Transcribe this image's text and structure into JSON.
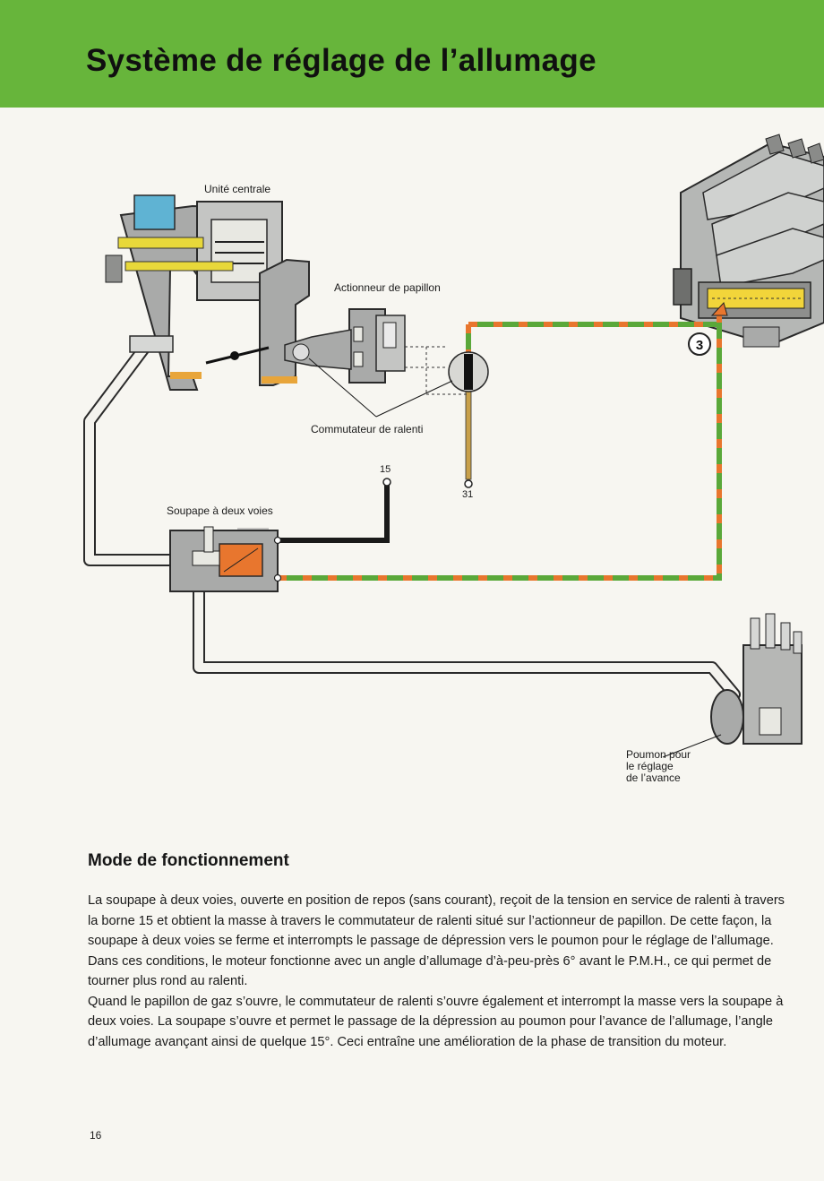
{
  "header": {
    "title": "Système de réglage de l’allumage",
    "background_color": "#67b53b"
  },
  "diagram": {
    "labels": {
      "central_unit": "Unité centrale",
      "throttle_actuator": "Actionneur de papillon",
      "idle_switch": "Commutateur de ralenti",
      "terminal_15": "15",
      "terminal_31": "31",
      "two_way_valve": "Soupape à deux voies",
      "connector_number": "3",
      "advance_diaphragm": "Poumon pour\nle réglage\nde l’avance"
    },
    "colors": {
      "wire_green": "#5aa83a",
      "wire_orange": "#e8762e",
      "valve_coil": "#e8762e",
      "fuel_yellow": "#e8d83a",
      "part_grey": "#a9aaa9",
      "ground_wire": "#c8a04a"
    }
  },
  "section": {
    "title": "Mode de fonctionnement",
    "paragraphs": [
      "La soupape à deux voies, ouverte en position de repos (sans courant), reçoit de la tension en service de ralenti à travers la borne 15 et obtient la masse à travers le commutateur de ralenti situé sur l’actionneur de papillon. De cette façon, la soupape à deux voies se ferme et interrompts le passage de dépression vers le poumon pour le réglage de l’allumage.",
      "Dans ces conditions, le moteur fonctionne avec un angle d’allumage d’à-peu-près 6° avant le P.M.H., ce qui permet de tourner plus rond au ralenti.",
      "Quand le papillon de gaz s’ouvre, le commutateur de ralenti s’ouvre également et interrompt la masse vers la soupape à deux voies. La soupape s’ouvre et permet le passage de la dépression au poumon pour l’avance de l’allumage, l’angle d’allumage avançant ainsi de quelque 15°. Ceci entraîne une amélioration de la phase de transition du moteur."
    ]
  },
  "page_number": "16"
}
